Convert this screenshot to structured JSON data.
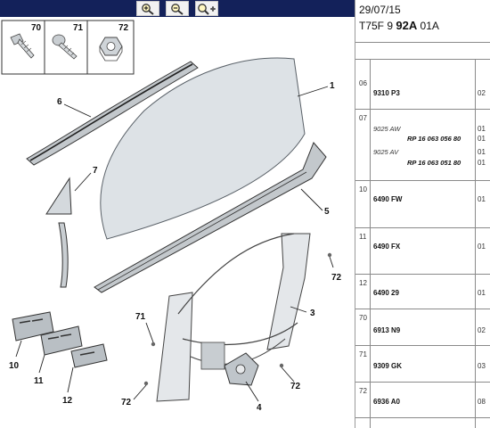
{
  "toolbar": {
    "buttons": [
      {
        "name": "zoom-in",
        "icon": "zoom-in-icon"
      },
      {
        "name": "zoom-out",
        "icon": "zoom-out-icon"
      },
      {
        "name": "zoom-fit",
        "icon": "zoom-fit-icon"
      }
    ]
  },
  "diagram": {
    "callouts": {
      "c70": "70",
      "c71": "71",
      "c72": "72",
      "c6": "6",
      "c1": "1",
      "c7": "7",
      "c5": "5",
      "c72b": "72",
      "c71b": "71",
      "c3": "3",
      "c72c": "72",
      "c72d": "72",
      "c4": "4",
      "c10": "10",
      "c11": "11",
      "c12": "12"
    }
  },
  "panel": {
    "date": "29/07/15",
    "code_prefix": "T75F 9 ",
    "code_bold": "92A",
    "code_suffix": " 01A",
    "rows": [
      {
        "index": "06",
        "ref": "9310 P3",
        "qty": "02"
      },
      {
        "index": "07",
        "variants": [
          {
            "label": "9025 AW",
            "qty": "01"
          },
          {
            "ref": "RP 16 063 056 80",
            "qty": "01"
          },
          {
            "label": "9025 AV",
            "qty": "01"
          },
          {
            "ref": "RP 16 063 051 80",
            "qty": "01"
          }
        ]
      },
      {
        "index": "10",
        "ref": "6490 FW",
        "qty": "01"
      },
      {
        "index": "11",
        "ref": "6490 FX",
        "qty": "01"
      },
      {
        "index": "12",
        "ref": "6490 29",
        "qty": "01"
      },
      {
        "index": "70",
        "ref": "6913 N9",
        "qty": "02"
      },
      {
        "index": "71",
        "ref": "9309 GK",
        "qty": "03"
      },
      {
        "index": "72",
        "ref": "6936 A0",
        "qty": "08"
      }
    ]
  },
  "colors": {
    "toolbar_bg": "#13215a",
    "part_fill": "#dde2e6",
    "part_stroke": "#5a6168",
    "panel_border": "#8a8a8a"
  }
}
